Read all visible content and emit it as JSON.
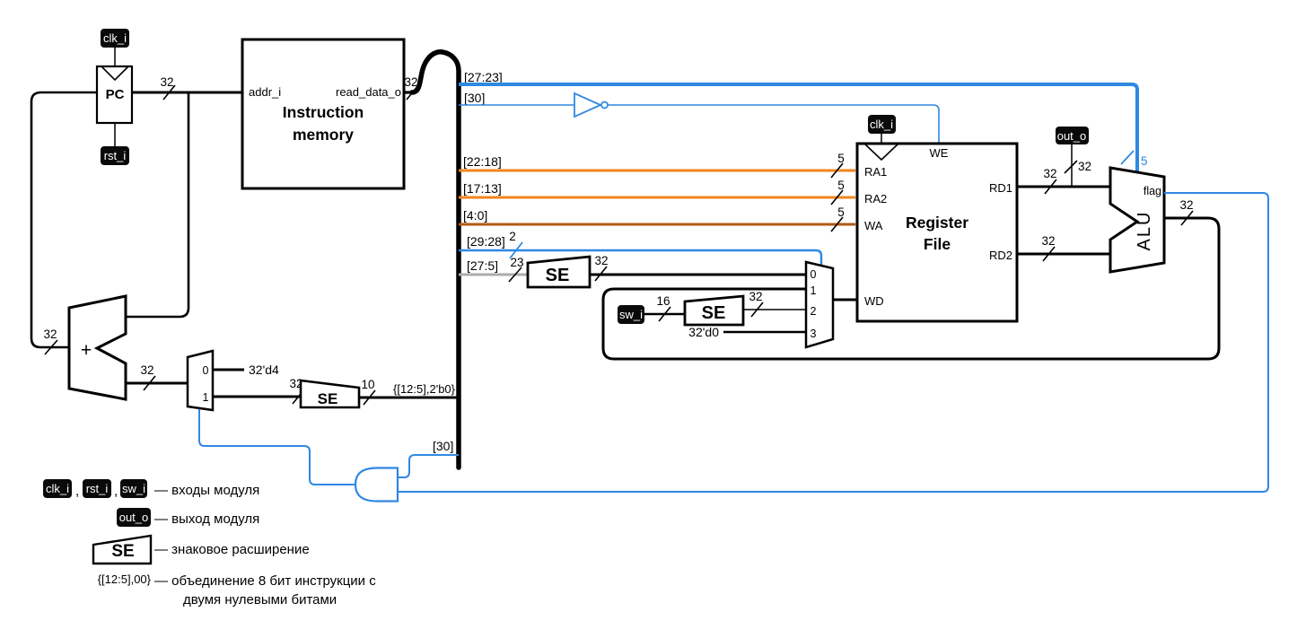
{
  "title": "CPU datapath schematic (single-cycle processor)",
  "colors": {
    "wire_black": "#000000",
    "wire_blue": "#2f88e3",
    "wire_orange": "#f0861d",
    "wire_dark_orange": "#b35a11",
    "wire_gray": "#ababab",
    "badge_bg": "#0a0a0a",
    "badge_text": "#ffffff"
  },
  "badges": {
    "clk": "clk_i",
    "rst": "rst_i",
    "sw": "sw_i",
    "out": "out_o"
  },
  "blocks": {
    "pc": "PC",
    "imem_line1": "Instruction",
    "imem_line2": "memory",
    "rf_line1": "Register",
    "rf_line2": "File",
    "alu": "ALU",
    "se": "SE",
    "adder": "+"
  },
  "ports": {
    "addr": "addr_i",
    "read_data": "read_data_o",
    "we": "WE",
    "ra1": "RA1",
    "ra2": "RA2",
    "wa": "WA",
    "wd": "WD",
    "rd1": "RD1",
    "rd2": "RD2",
    "flag": "flag"
  },
  "taps": {
    "b27_23": "[27:23]",
    "b30": "[30]",
    "b22_18": "[22:18]",
    "b17_13": "[17:13]",
    "b4_0": "[4:0]",
    "b29_28": "[29:28]",
    "b27_5": "[27:5]"
  },
  "widths": {
    "w32": "32",
    "w5": "5",
    "w2": "2",
    "w23": "23",
    "w16": "16",
    "w10": "10"
  },
  "constants": {
    "four": "32'd4",
    "zero": "32'd0",
    "concat": "{[12:5],2'b0}"
  },
  "mux": {
    "i0": "0",
    "i1": "1",
    "i2": "2",
    "i3": "3"
  },
  "legend": {
    "comma": ",",
    "inputs_desc": "— входы модуля",
    "output_desc": "— выход модуля",
    "se_desc": "— знаковое расширение",
    "concat_label": "{[12:5],00}",
    "concat_desc1": "— объединение 8 бит инструкции с",
    "concat_desc2": "двумя нулевыми битами"
  }
}
